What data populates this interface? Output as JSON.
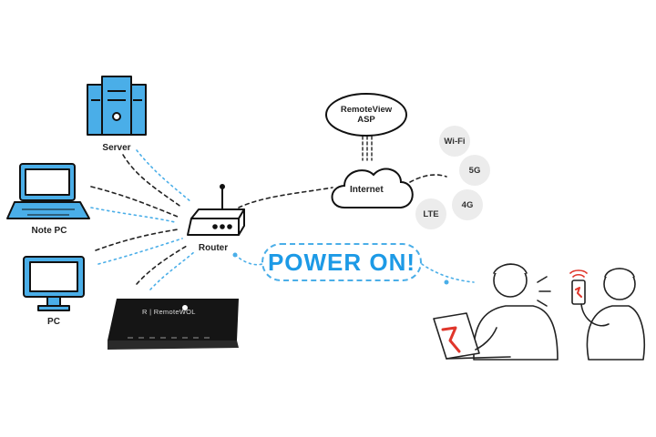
{
  "devices": {
    "server": "Server",
    "note_pc": "Note PC",
    "pc": "PC",
    "router": "Router",
    "internet": "Internet",
    "asp_line1": "RemoteView",
    "asp_line2": "ASP"
  },
  "networks": [
    "Wi-Fi",
    "5G",
    "4G",
    "LTE"
  ],
  "banner": "POWER ON!",
  "device_brand": "R | RemoteWOL",
  "colors": {
    "accent_blue": "#1d9ae6",
    "device_fill": "#4aaee8",
    "box_black": "#151515",
    "bubble_gray": "#ececec",
    "brand_red": "#e0362b"
  },
  "icons": [
    "server-icon",
    "laptop-icon",
    "monitor-icon",
    "router-icon",
    "cloud-icon",
    "wol-device-icon",
    "person-laptop-icon",
    "person-phone-icon"
  ]
}
